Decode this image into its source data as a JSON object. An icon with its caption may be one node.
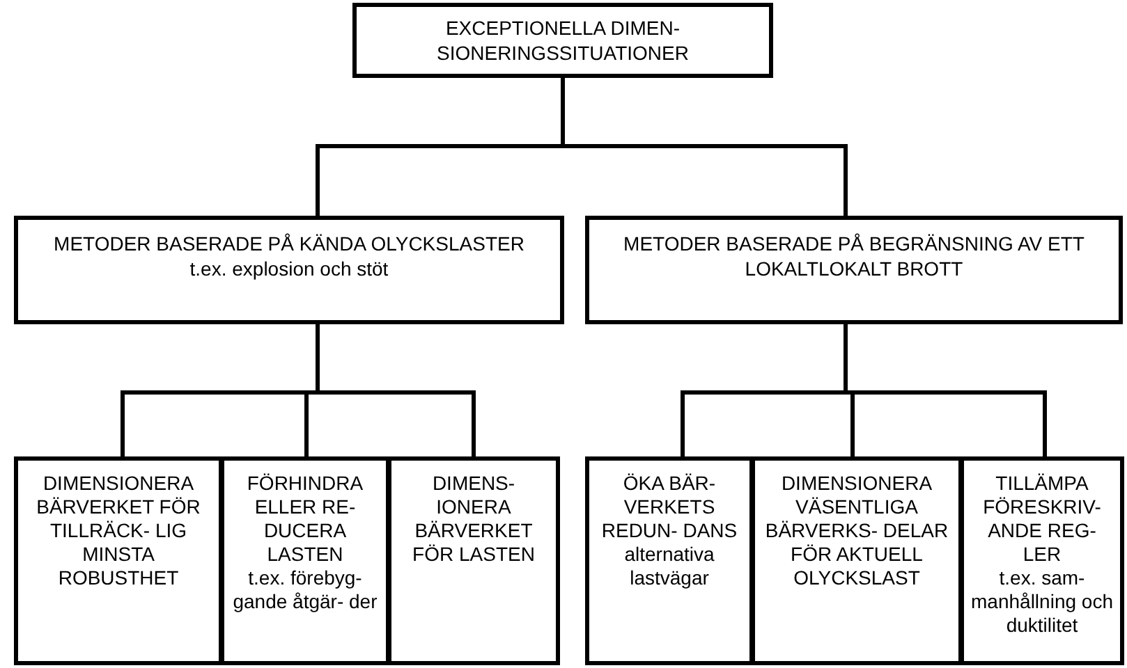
{
  "diagram": {
    "nodes": [
      {
        "text": [
          "EXCEPTIONELLA DIMEN- SIONERINGSSITUATIONER"
        ]
      },
      {
        "text": [
          "METODER BASERADE PÅ KÄNDA OLYCKSLASTER",
          "t.ex. explosion och stöt"
        ]
      },
      {
        "text": [
          "METODER BASERADE PÅ BEGRÄNSNING AV ETT LOKALTLOKALT BROTT"
        ]
      },
      {
        "text": [
          "DIMENSIONERA BÄRVERKET FÖR TILLRÄCK- LIG MINSTA ROBUSTHET"
        ]
      },
      {
        "text": [
          "FÖRHINDRA ELLER RE- DUCERA LASTEN",
          "t.ex. förebyg- gande åtgär- der"
        ]
      },
      {
        "text": [
          "DIMENS- IONERA BÄRVERKET FÖR LASTEN"
        ]
      },
      {
        "text": [
          "ÖKA BÄR- VERKETS REDUN- DANS",
          "alternativa lastvägar"
        ]
      },
      {
        "text": [
          "DIMENSIONERA VÄSENTLIGA BÄRVERKS- DELAR FÖR AKTUELL OLYCKSLAST"
        ]
      },
      {
        "text": [
          "TILLÄMPA FÖRESKRIV- ANDE REG- LER",
          "t.ex. sam- manhållning och duktilitet"
        ]
      }
    ],
    "edges": [
      {
        "from": 0,
        "to": 1,
        "arrow": "none"
      },
      {
        "from": 0,
        "to": 2,
        "arrow": "none"
      },
      {
        "from": 1,
        "to": 3,
        "arrow": "none"
      },
      {
        "from": 1,
        "to": 4,
        "arrow": "none"
      },
      {
        "from": 1,
        "to": 5,
        "arrow": "none"
      },
      {
        "from": 2,
        "to": 6,
        "arrow": "none"
      },
      {
        "from": 2,
        "to": 7,
        "arrow": "none"
      },
      {
        "from": 2,
        "to": 8,
        "arrow": "none"
      }
    ]
  }
}
